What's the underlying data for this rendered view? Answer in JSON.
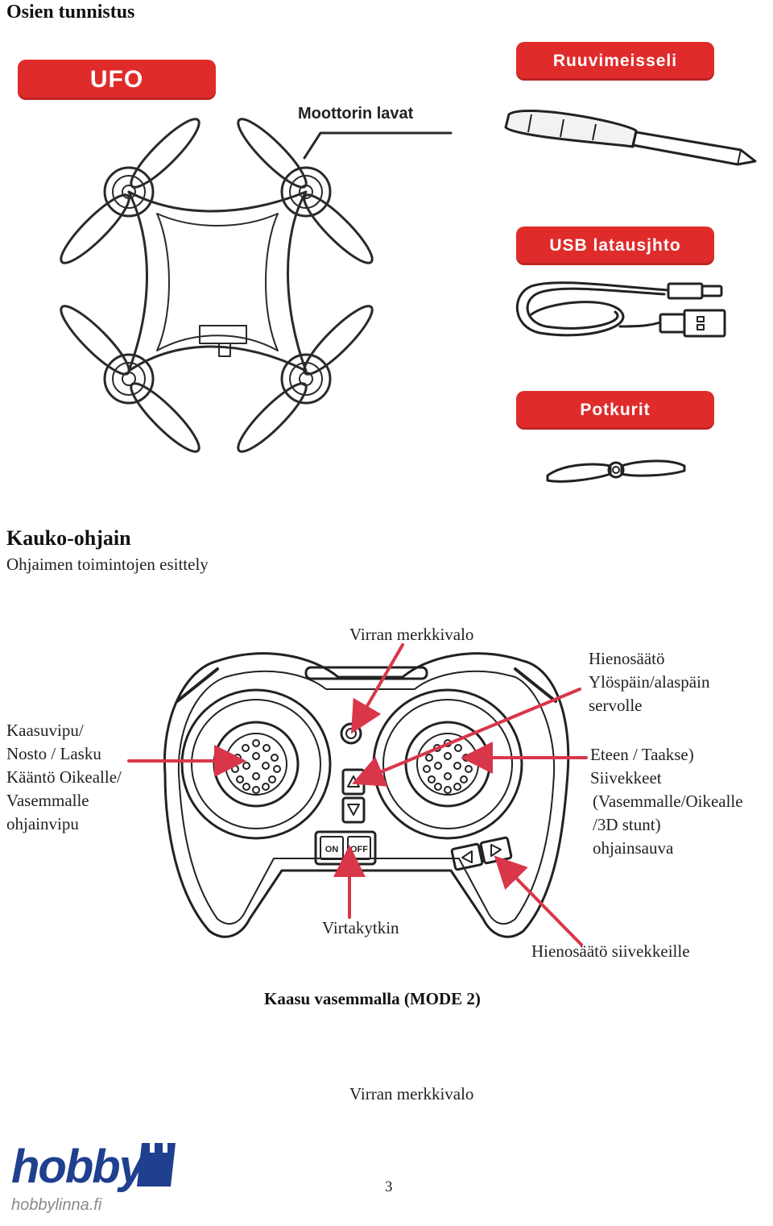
{
  "title": "Osien tunnistus",
  "parts": {
    "ufo_label": "UFO",
    "motor_label": "Moottorin lavat",
    "screwdriver_label": "Ruuvimeisseli",
    "usb_label": "USB latausjhto",
    "propellers_label": "Potkurit"
  },
  "remote_section": {
    "heading": "Kauko-ohjain",
    "subheading": "Ohjaimen toimintojen esittely"
  },
  "callouts": {
    "power_led_top": "Virran merkkivalo",
    "trim_updown": [
      "Hienosäätö",
      "Ylöspäin/alaspäin",
      "servolle"
    ],
    "throttle": [
      "Kaasuvipu/",
      "Nosto / Lasku",
      "Kääntö Oikealle/",
      "Vasemmalle",
      "ohjainvipu"
    ],
    "aileron": [
      "Eteen / Taakse)",
      "Siivekkeet",
      "(Vasemmalle/Oikealle",
      "/3D stunt)",
      "ohjainsauva"
    ],
    "power_switch": "Virtakytkin",
    "aileron_trim": "Hienosäätö siivekkeille"
  },
  "mode_caption": "Kaasu vasemmalla (MODE 2)",
  "footer_power_led": "Virran merkkivalo",
  "page_number": "3",
  "logo": {
    "brand": "hobby",
    "site": "hobbylinna.fi"
  },
  "switch_labels": {
    "on": "ON",
    "off": "OFF"
  },
  "colors": {
    "badge_red": "#e02b2b",
    "arrow_red": "#d9364a",
    "logo_blue": "#1f3f8f",
    "line": "#222222"
  }
}
